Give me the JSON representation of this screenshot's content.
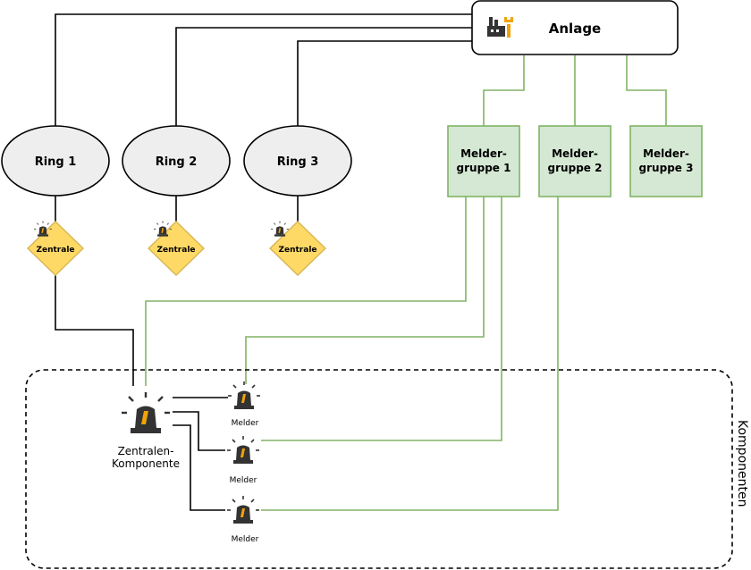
{
  "anlage": {
    "label": "Anlage",
    "icon": "factory-wrench-icon"
  },
  "rings": [
    {
      "label": "Ring 1"
    },
    {
      "label": "Ring 2"
    },
    {
      "label": "Ring 3"
    }
  ],
  "zentralen": [
    {
      "label": "Zentrale",
      "icon": "alarm-siren-icon"
    },
    {
      "label": "Zentrale",
      "icon": "alarm-siren-icon"
    },
    {
      "label": "Zentrale",
      "icon": "alarm-siren-icon"
    }
  ],
  "meldergruppen": [
    {
      "line1": "Melder-",
      "line2": "gruppe 1"
    },
    {
      "line1": "Melder-",
      "line2": "gruppe 2"
    },
    {
      "line1": "Melder-",
      "line2": "gruppe 3"
    }
  ],
  "komponenten": {
    "container_label": "Komponenten",
    "zentralen_komponente": {
      "line1": "Zentralen-",
      "line2": "Komponente",
      "icon": "alarm-siren-icon"
    },
    "melder": [
      {
        "label": "Melder",
        "icon": "alarm-siren-icon"
      },
      {
        "label": "Melder",
        "icon": "alarm-siren-icon"
      },
      {
        "label": "Melder",
        "icon": "alarm-siren-icon"
      }
    ]
  },
  "colors": {
    "black_line": "#000000",
    "green_line": "#82b366",
    "green_fill": "#d5e8d4",
    "ellipse_fill": "#eeeeee",
    "diamond_fill": "#ffd966",
    "diamond_stroke": "#d6b656",
    "icon_dark": "#333333",
    "icon_orange": "#f0a30a"
  }
}
